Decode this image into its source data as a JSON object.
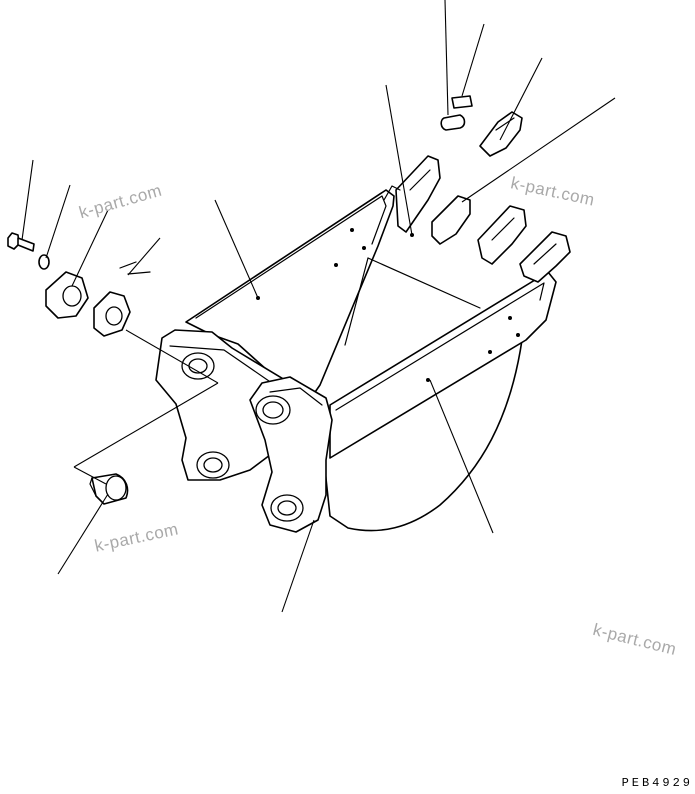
{
  "diagram": {
    "drawing_code": "PEB4929",
    "watermarks": [
      "k-part.com",
      "k-part.com",
      "k-part.com",
      "k-part.com"
    ],
    "parts": [
      {
        "icon": "bucket-body-icon"
      },
      {
        "icon": "bucket-tooth-icon"
      },
      {
        "icon": "tooth-pin-icon"
      },
      {
        "icon": "tooth-lock-icon"
      },
      {
        "icon": "side-cutter-icon"
      },
      {
        "icon": "bolt-icon"
      },
      {
        "icon": "washer-icon"
      },
      {
        "icon": "shim-collar-icon"
      },
      {
        "icon": "bushing-icon"
      }
    ],
    "colors": {
      "line": "#000000",
      "watermark": "#a9a9a9",
      "background": "#ffffff"
    }
  }
}
